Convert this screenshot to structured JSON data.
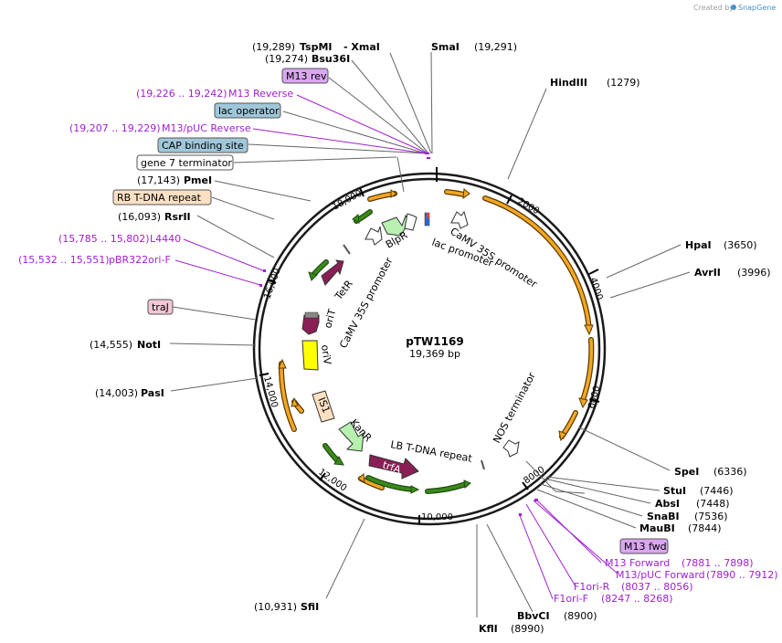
{
  "credit": {
    "prefix": "Created by",
    "brand": "SnapGene"
  },
  "plasmid": {
    "name": "pTW1169",
    "length": "19,369 bp"
  },
  "ticks": [
    "2000",
    "4000",
    "6000",
    "8000",
    "10,000",
    "12,000",
    "14,000",
    "16,000",
    "18,000"
  ],
  "enzymes_left": [
    {
      "coord": "(19,289)",
      "name": "TspMI",
      "extra": "- XmaI"
    },
    {
      "coord": "(19,274)",
      "name": "Bsu36I"
    },
    {
      "coord": "(17,143)",
      "name": "PmeI"
    },
    {
      "coord": "(16,093)",
      "name": "RsrII"
    },
    {
      "coord": "(14,555)",
      "name": "NotI"
    },
    {
      "coord": "(14,003)",
      "name": "PasI"
    },
    {
      "coord": "(10,931)",
      "name": "SfiI"
    }
  ],
  "enzymes_right": [
    {
      "name": "SmaI",
      "coord": "(19,291)"
    },
    {
      "name": "HindIII",
      "coord": "(1279)"
    },
    {
      "name": "HpaI",
      "coord": "(3650)"
    },
    {
      "name": "AvrII",
      "coord": "(3996)"
    },
    {
      "name": "SpeI",
      "coord": "(6336)"
    },
    {
      "name": "StuI",
      "coord": "(7446)"
    },
    {
      "name": "AbsI",
      "coord": "(7448)"
    },
    {
      "name": "SnaBI",
      "coord": "(7536)"
    },
    {
      "name": "MauBI",
      "coord": "(7844)"
    },
    {
      "name": "BbvCI",
      "coord": "(8900)"
    },
    {
      "name": "KflI",
      "coord": "(8990)"
    }
  ],
  "primers_left": [
    {
      "range": "(19,226 .. 19,242)",
      "name": "M13 Reverse"
    },
    {
      "range": "(19,207 .. 19,229)",
      "name": "M13/pUC Reverse"
    },
    {
      "range": "(15,785 .. 15,802)",
      "name": "L4440"
    },
    {
      "range": "(15,532 .. 15,551)",
      "name": "pBR322ori-F"
    }
  ],
  "primers_right": [
    {
      "name": "M13 Forward",
      "range": "(7881 .. 7898)"
    },
    {
      "name": "M13/pUC Forward",
      "range": "(7890 .. 7912)"
    },
    {
      "name": "F1ori-R",
      "range": "(8037 .. 8056)"
    },
    {
      "name": "F1ori-F",
      "range": "(8247 .. 8268)"
    }
  ],
  "boxed_features": {
    "m13_rev": "M13 rev",
    "lac_operator": "lac operator",
    "cap_site": "CAP binding site",
    "gene7": "gene 7 terminator",
    "rb_tdna": "RB T-DNA repeat",
    "traj": "traJ",
    "m13_fwd": "M13 fwd"
  },
  "inner_features": {
    "blpr": "BlpR",
    "lac_promoter": "lac promoter",
    "camv1": "CaMV 35S promoter",
    "camv2": "CaMV 35S promoter",
    "tetr": "TetR",
    "orit": "oriT",
    "oriv": "oriV",
    "is1": "IS1",
    "kanr": "KanR",
    "lb_tdna": "LB T-DNA repeat",
    "trfa": "trfA",
    "nos": "NOS terminator"
  },
  "colors": {
    "backbone": "#1a1a1a",
    "orange_feature": "#f5a623",
    "green_feature": "#3a8a1a",
    "maroon_feature": "#8a1f55",
    "primer": "#a020d0",
    "operator_box": "#9fc7d9",
    "m13_box": "#d9a6ef",
    "rb_box": "#fde0c2",
    "traj_box": "#f3c7d5"
  }
}
